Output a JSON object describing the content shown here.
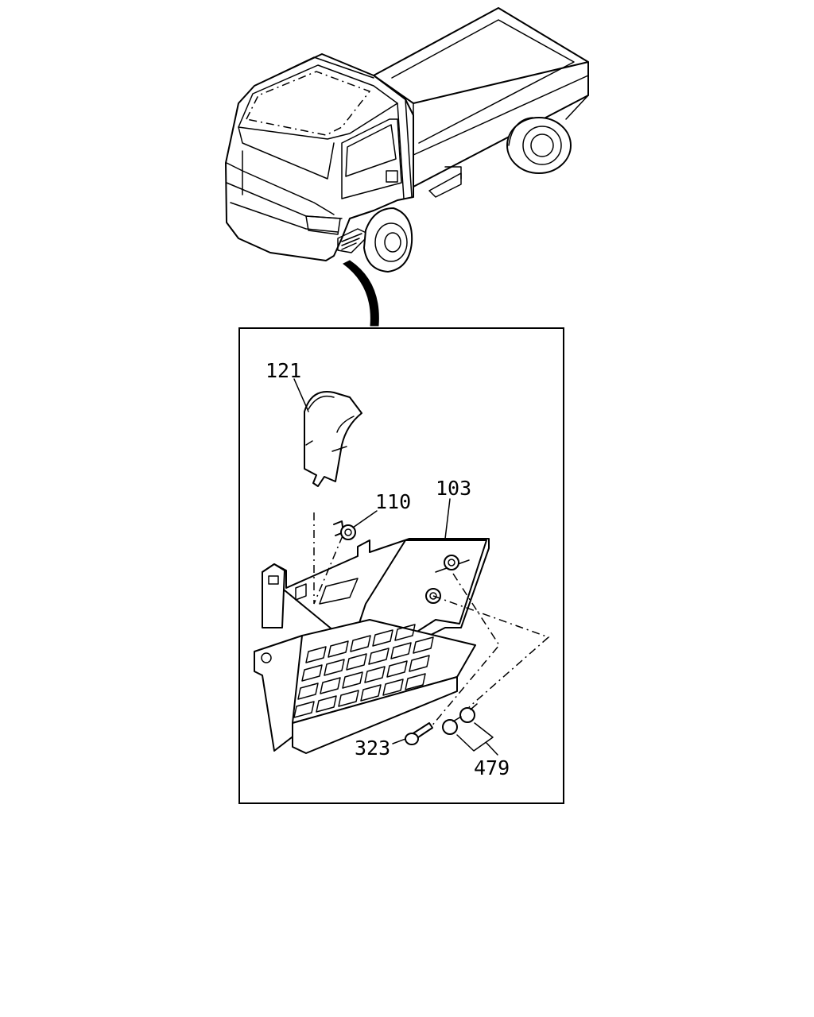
{
  "callouts": {
    "c121": "121",
    "c110": "110",
    "c103": "103",
    "c323": "323",
    "c479": "479"
  }
}
